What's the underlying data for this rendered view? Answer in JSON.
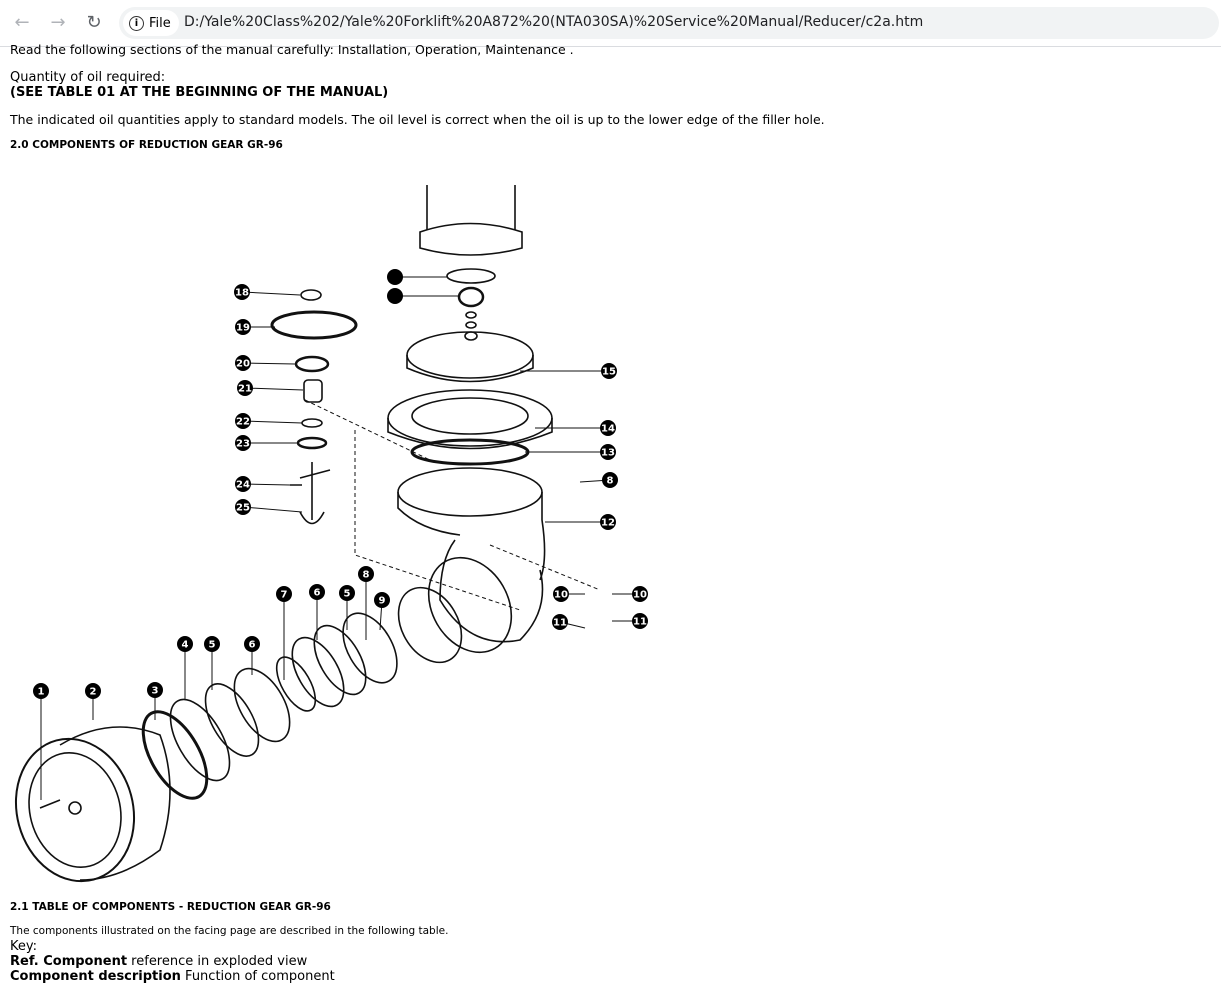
{
  "browser": {
    "chip_label": "File",
    "url": "D:/Yale%20Class%202/Yale%20Forklift%20A872%20(NTA030SA)%20Service%20Manual/Reducer/c2a.htm"
  },
  "doc": {
    "intro": "Read the following sections of the manual carefully:  Installation, Operation, Maintenance .",
    "oil_label": "Quantity of oil required:",
    "oil_ref": "(SEE TABLE 01 AT THE BEGINNING OF THE MANUAL)",
    "oil_note": "The indicated oil quantities apply to standard models. The oil level is correct when the oil is up to the lower edge of the filler hole.",
    "section_2_0": "2.0 COMPONENTS OF REDUCTION GEAR GR-96",
    "section_2_1": "2.1 TABLE OF COMPONENTS - REDUCTION GEAR GR-96",
    "table_intro": "The components illustrated on the facing page are described in the following table.",
    "key_label": "Key:",
    "key_ref_term": "Ref. Component",
    "key_ref_def": " reference in exploded view",
    "key_desc_term": "Component description",
    "key_desc_def": " Function of component"
  },
  "diagram": {
    "callouts": [
      "18",
      "19",
      "20",
      "21",
      "22",
      "23",
      "24",
      "25",
      "",
      "",
      "15",
      "14",
      "13",
      "8",
      "12",
      "10",
      "10",
      "11",
      "11",
      "7",
      "6",
      "5",
      "8",
      "9",
      "4",
      "5",
      "6",
      "1",
      "2",
      "3"
    ]
  }
}
